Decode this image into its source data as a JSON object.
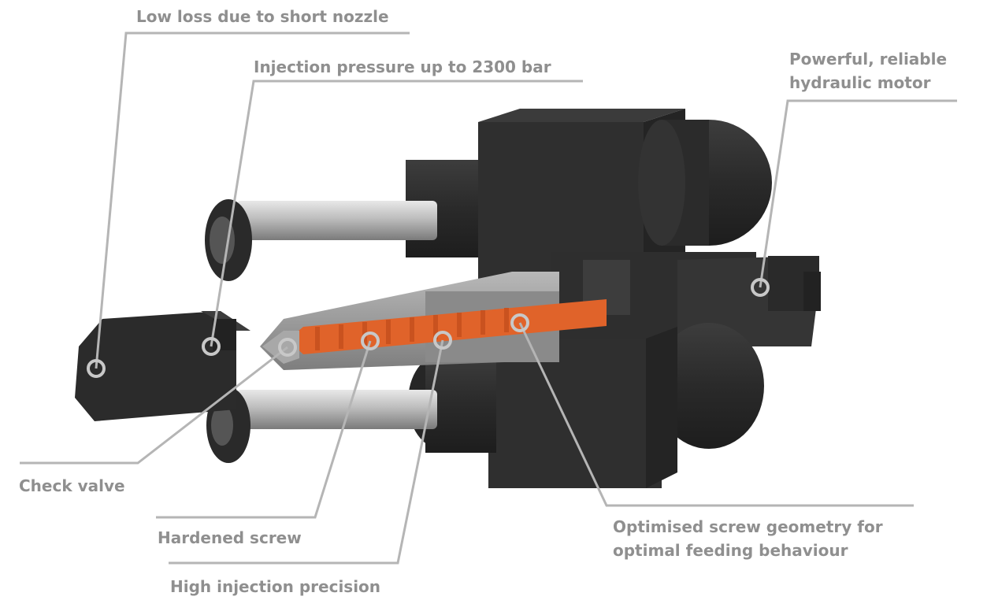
{
  "labels": {
    "low_loss": "Low loss due to short nozzle",
    "injection_pressure": "Injection pressure up to 2300 bar",
    "motor": "Powerful, reliable\nhydraulic motor",
    "check_valve": "Check valve",
    "hardened_screw": "Hardened screw",
    "precision": "High injection precision",
    "screw_geometry": "Optimised screw geometry for\noptimal feeding behaviour"
  },
  "colors": {
    "label_text": "#8f8f8f",
    "leader_line": "#b5b5b5",
    "body_dark": "#2b2b2b",
    "body_mid": "#3a3a3a",
    "rod_silver": "#c8c8c8",
    "barrel_grey": "#9a9a9a",
    "screw_orange": "#e0632a"
  }
}
